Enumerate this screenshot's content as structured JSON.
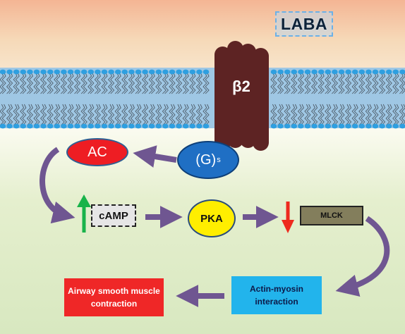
{
  "drug": {
    "label": "LABA"
  },
  "receptor": {
    "label": "β2"
  },
  "nodes": {
    "ac": {
      "label": "AC"
    },
    "gs": {
      "label": "(G)",
      "subscript": "s"
    },
    "camp": {
      "label": "cAMP"
    },
    "pka": {
      "label": "PKA"
    },
    "mlck": {
      "label": "MLCK"
    },
    "actin_myosin": {
      "label": "Actin-myosin interaction"
    },
    "airway": {
      "label": "Airway smooth muscle contraction"
    }
  },
  "indicators": {
    "camp": {
      "direction": "up",
      "color": "#19b34a"
    },
    "mlck": {
      "direction": "down",
      "color": "#ee2a1e"
    }
  },
  "colors": {
    "membrane": "#9fc7e4",
    "lipid_head": "#2e9fe0",
    "receptor": "#5d2323",
    "flow_arrow": "#6f5691",
    "ac": "#ee1d23",
    "gs": "#1f6fc4",
    "pka": "#ffee00",
    "mlck": "#837e5c",
    "actin_myosin": "#22b4ec",
    "airway": "#ef2727"
  }
}
